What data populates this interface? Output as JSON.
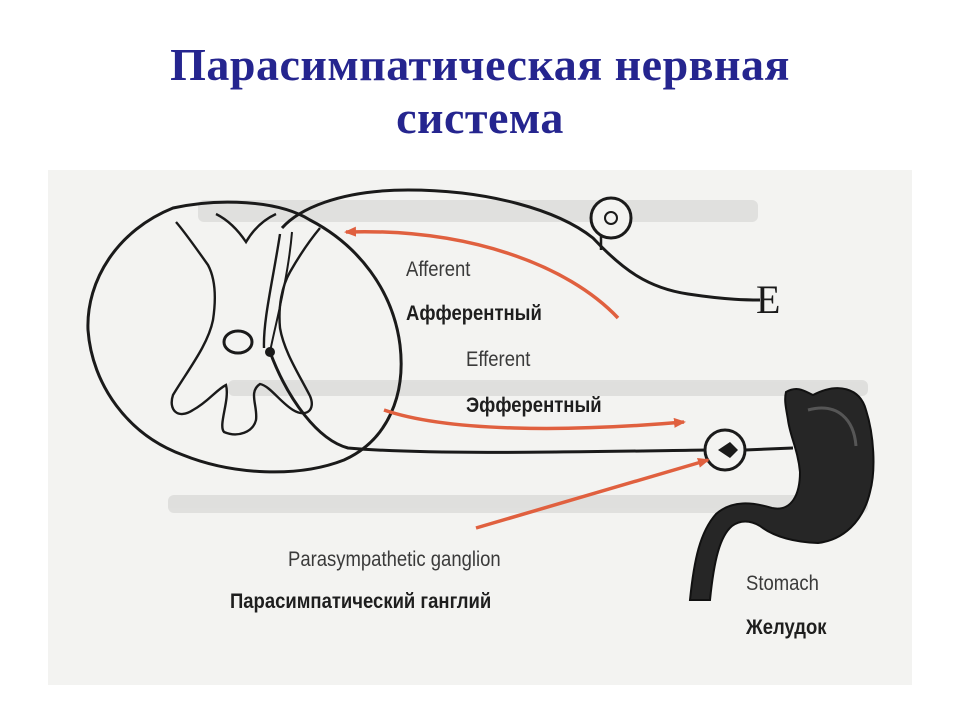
{
  "title": {
    "line1": "Парасимпатическая нервная",
    "line2": "система"
  },
  "diagram": {
    "labels": {
      "afferent_en": "Afferent",
      "afferent_ru": "Афферентный",
      "efferent_en": "Efferent",
      "efferent_ru": "Эфферентный",
      "ganglion_en": "Parasympathetic ganglion",
      "ganglion_ru": "Парасимпатический ганглий",
      "stomach_en": "Stomach",
      "stomach_ru": "Желудок"
    },
    "receptor_glyph": "E",
    "colors": {
      "title": "#25258f",
      "arrows": "#e0603f",
      "lines": "#1a1a1a",
      "background": "#f3f3f1"
    }
  }
}
